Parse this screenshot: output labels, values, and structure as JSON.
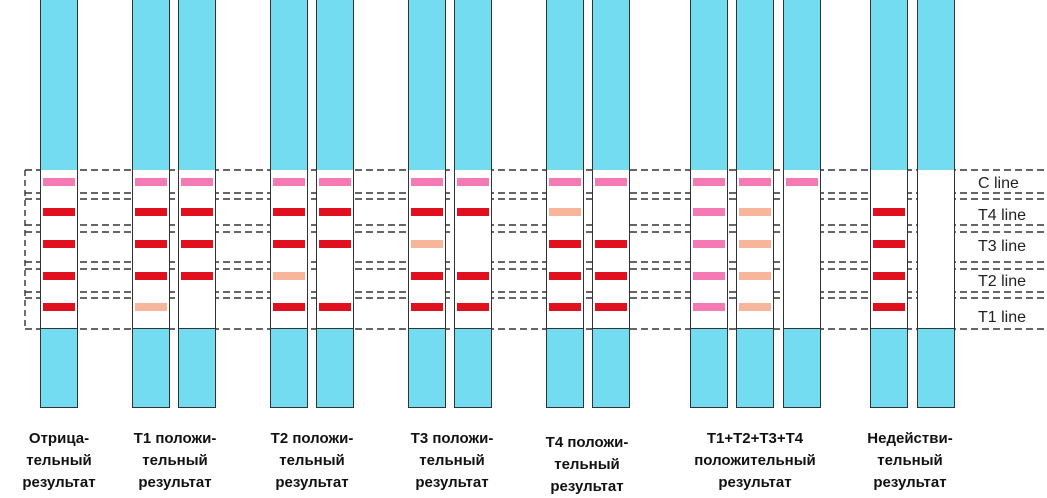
{
  "line_labels": [
    "C line",
    "T4 line",
    "T3 line",
    "T2 line",
    "T1 line"
  ],
  "colors": {
    "strip_blue": "#73dcf0",
    "strong_red": "#e0101e",
    "pink_control": "#f57ab4",
    "weak_peach": "#f7b59b",
    "outline": "#333333",
    "dashed": "#333333"
  },
  "groups": [
    {
      "caption": [
        "Отрица-",
        "тельный",
        "результат"
      ],
      "strips": [
        {
          "bands": {
            "C": "pink",
            "T4": "red",
            "T3": "red",
            "T2": "red",
            "T1": "red"
          }
        }
      ]
    },
    {
      "caption": [
        "T1 положи-",
        "тельный",
        "результат"
      ],
      "strips": [
        {
          "bands": {
            "C": "pink",
            "T4": "red",
            "T3": "red",
            "T2": "red",
            "T1": "peach"
          }
        },
        {
          "bands": {
            "C": "pink",
            "T4": "red",
            "T3": "red",
            "T2": "red",
            "T1": "none"
          }
        }
      ]
    },
    {
      "caption": [
        "T2 положи-",
        "тельный",
        "результат"
      ],
      "strips": [
        {
          "bands": {
            "C": "pink",
            "T4": "red",
            "T3": "red",
            "T2": "peach",
            "T1": "red"
          }
        },
        {
          "bands": {
            "C": "pink",
            "T4": "red",
            "T3": "red",
            "T2": "none",
            "T1": "red"
          }
        }
      ]
    },
    {
      "caption": [
        "T3 положи-",
        "тельный",
        "результат"
      ],
      "strips": [
        {
          "bands": {
            "C": "pink",
            "T4": "red",
            "T3": "peach",
            "T2": "red",
            "T1": "red"
          }
        },
        {
          "bands": {
            "C": "pink",
            "T4": "red",
            "T3": "none",
            "T2": "red",
            "T1": "red"
          }
        }
      ]
    },
    {
      "caption": [
        "T4 положи-",
        "тельный",
        "результат"
      ],
      "strips": [
        {
          "bands": {
            "C": "pink",
            "T4": "peach",
            "T3": "red",
            "T2": "red",
            "T1": "red"
          }
        },
        {
          "bands": {
            "C": "pink",
            "T4": "none",
            "T3": "red",
            "T2": "red",
            "T1": "red"
          }
        }
      ]
    },
    {
      "caption": [
        "T1+T2+T3+T4",
        "положительный",
        "результат"
      ],
      "strips": [
        {
          "bands": {
            "C": "pink",
            "T4": "pink",
            "T3": "pink",
            "T2": "pink",
            "T1": "pink"
          }
        },
        {
          "bands": {
            "C": "pink",
            "T4": "peach",
            "T3": "peach",
            "T2": "peach",
            "T1": "peach"
          }
        },
        {
          "bands": {
            "C": "pink",
            "T4": "none",
            "T3": "none",
            "T2": "none",
            "T1": "none"
          }
        }
      ]
    },
    {
      "caption": [
        "Недействи-",
        "тельный",
        "результат"
      ],
      "strips": [
        {
          "bands": {
            "C": "none",
            "T4": "red",
            "T3": "red",
            "T2": "red",
            "T1": "red"
          }
        },
        {
          "bands": {
            "C": "none",
            "T4": "none",
            "T3": "none",
            "T2": "none",
            "T1": "none"
          }
        }
      ]
    }
  ]
}
